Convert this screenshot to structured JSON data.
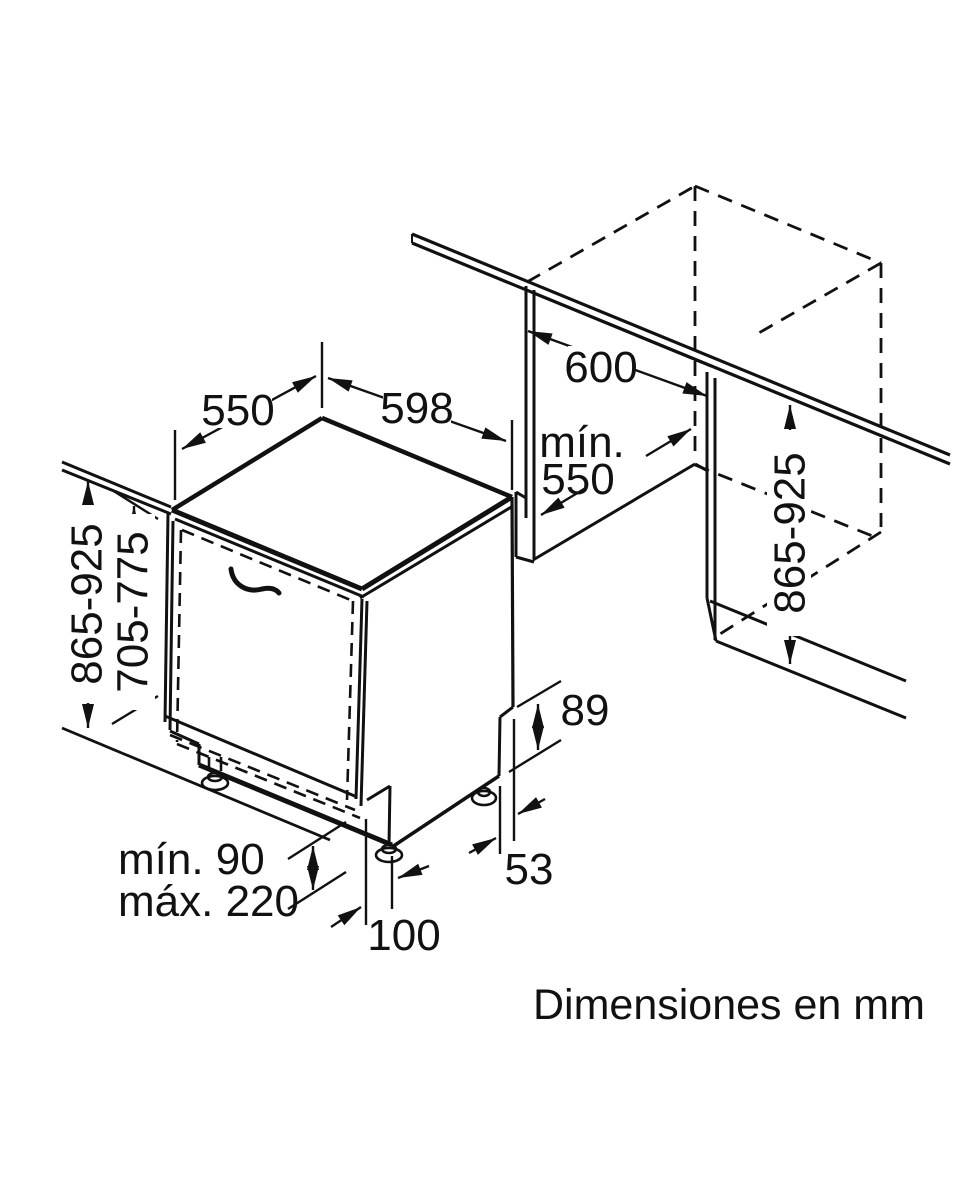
{
  "labels": {
    "top_depth": "550",
    "top_width": "598",
    "niche_width": "600",
    "niche_depth_l1": "mín.",
    "niche_depth_l2": "550",
    "total_height_left": "865-925",
    "door_height": "705-775",
    "total_height_right": "865-925",
    "notch_height": "89",
    "notch_depth": "53",
    "base_recess": "100",
    "plinth_min": "mín. 90",
    "plinth_max": "máx. 220",
    "note": "Dimensiones en mm"
  }
}
